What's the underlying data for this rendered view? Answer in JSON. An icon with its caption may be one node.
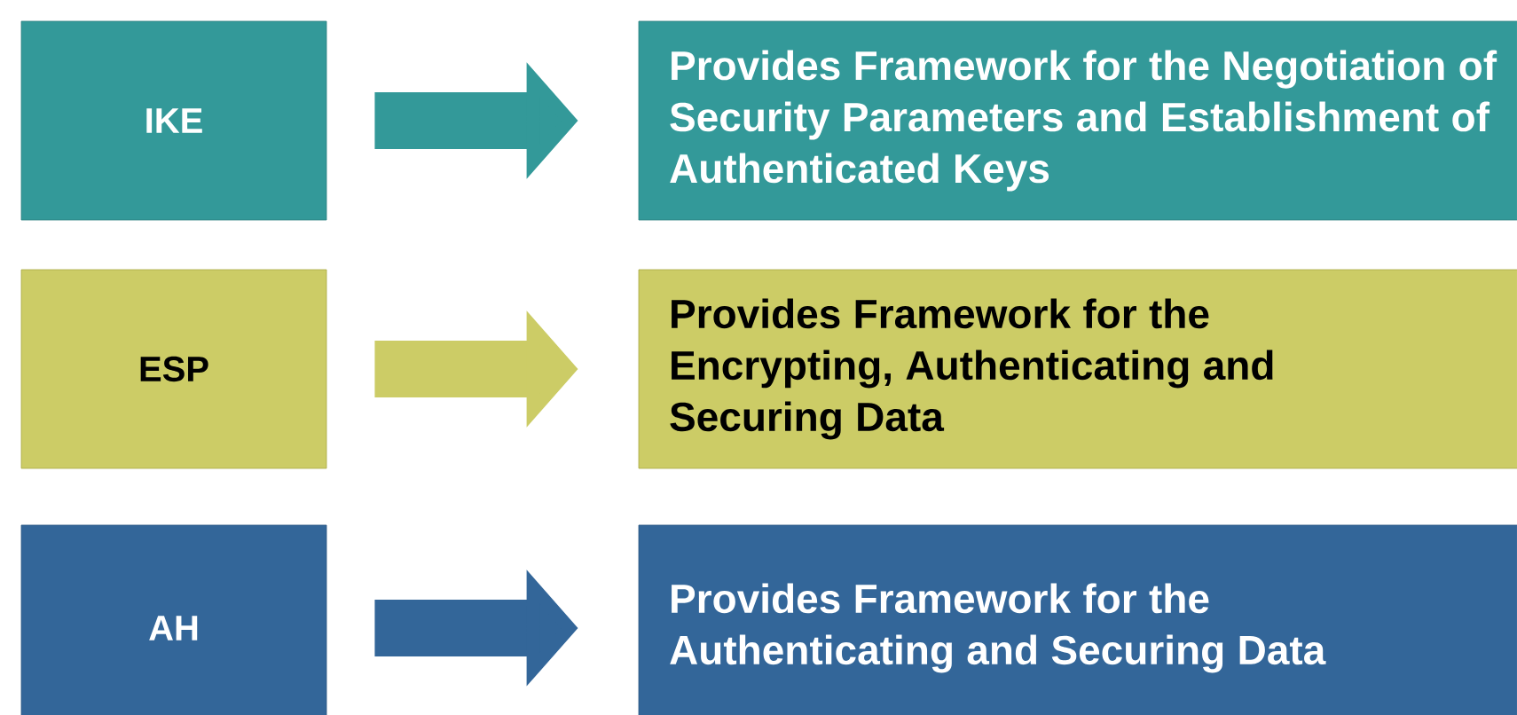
{
  "diagram": {
    "nodes": [
      {
        "text": [
          "IKE"
        ]
      },
      {
        "text": [
          "Provides Framework for the Negotiation of Security Parameters and Establishment of Authenticated Keys"
        ]
      },
      {
        "text": [
          "ESP"
        ]
      },
      {
        "text": [
          "Provides Framework for the Encrypting, Authenticating and Securing Data"
        ]
      },
      {
        "text": [
          "AH"
        ]
      },
      {
        "text": [
          "Provides Framework for the Authenticating and Securing Data"
        ]
      }
    ],
    "edges": [
      {
        "from": 0,
        "to": 1,
        "arrow": "to",
        "color": "#339999"
      },
      {
        "from": 2,
        "to": 3,
        "arrow": "to",
        "color": "#cccc66"
      },
      {
        "from": 4,
        "to": 5,
        "arrow": "to",
        "color": "#336699"
      }
    ]
  }
}
